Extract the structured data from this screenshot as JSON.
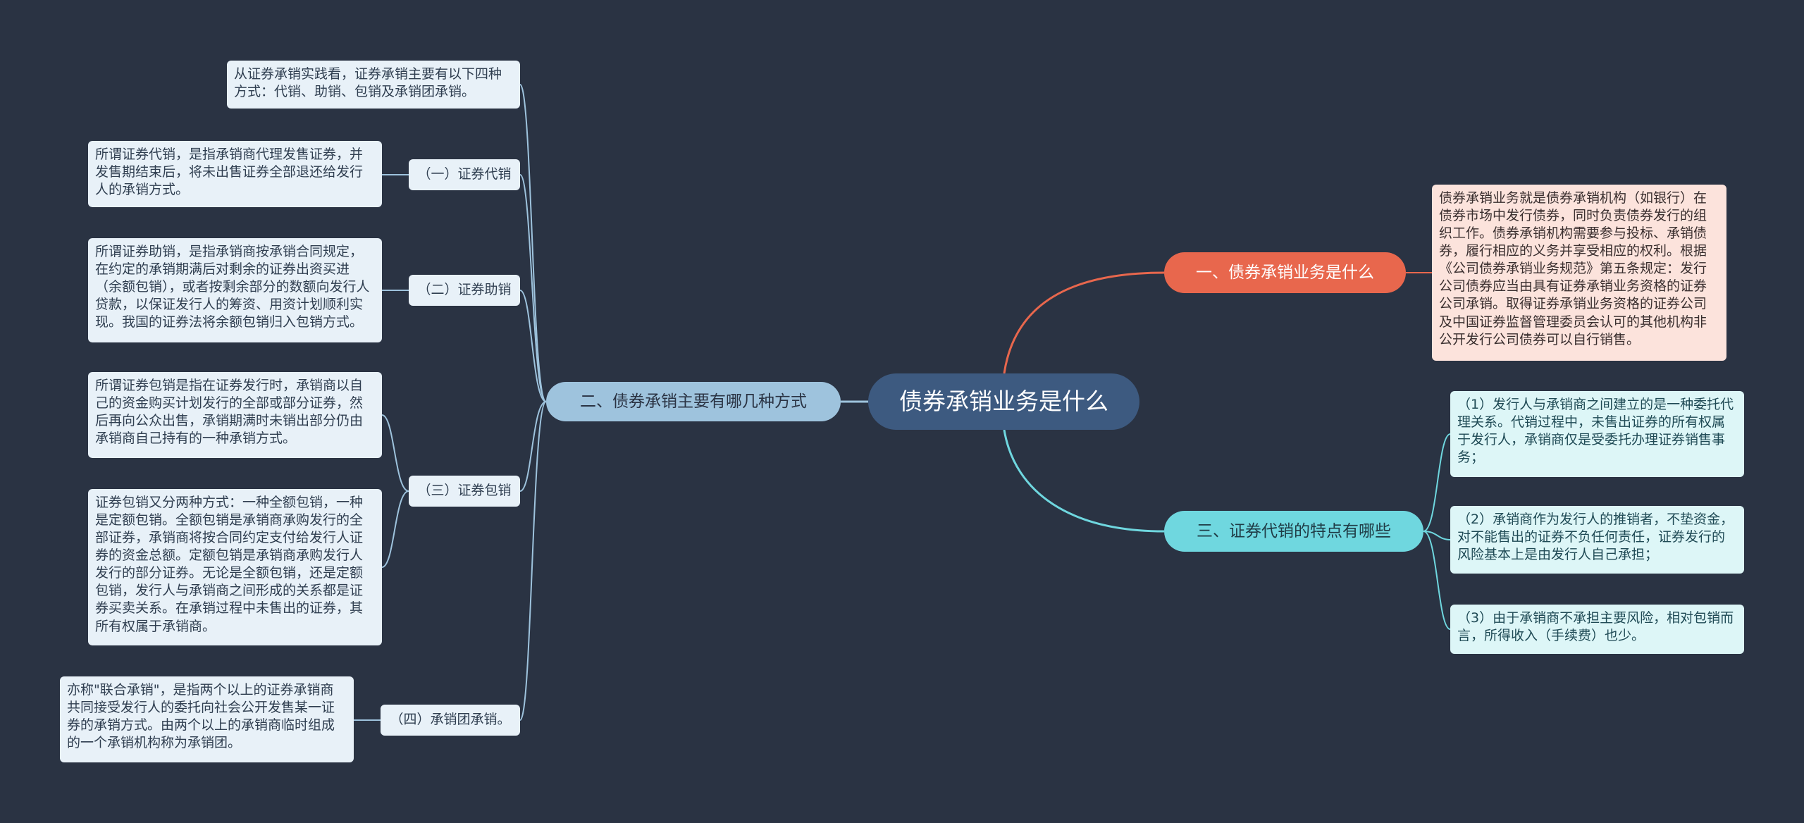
{
  "root": {
    "label": "债券承销业务是什么"
  },
  "branches": {
    "one": {
      "label": "一、债券承销业务是什么",
      "detail": "债券承销业务就是债券承销机构（如银行）在债券市场中发行债券，同时负责债券发行的组织工作。债券承销机构需要参与投标、承销债券，履行相应的义务并享受相应的权利。根据《公司债券承销业务规范》第五条规定：发行公司债券应当由具有证券承销业务资格的证券公司承销。取得证券承销业务资格的证券公司及中国证券监督管理委员会认可的其他机构非公开发行公司债券可以自行销售。"
    },
    "two": {
      "label": "二、债券承销主要有哪几种方式",
      "intro": "从证券承销实践看，证券承销主要有以下四种方式：代销、助销、包销及承销团承销。",
      "items": [
        {
          "label": "（一）证券代销",
          "details": [
            "所谓证券代销，是指承销商代理发售证券，并发售期结束后，将未出售证券全部退还给发行人的承销方式。"
          ]
        },
        {
          "label": "（二）证券助销",
          "details": [
            "所谓证券助销，是指承销商按承销合同规定，在约定的承销期满后对剩余的证券出资买进（余额包销），或者按剩余部分的数额向发行人贷款，以保证发行人的筹资、用资计划顺利实现。我国的证券法将余额包销归入包销方式。"
          ]
        },
        {
          "label": "（三）证券包销",
          "details": [
            "所谓证券包销是指在证券发行时，承销商以自己的资金购买计划发行的全部或部分证券，然后再向公众出售，承销期满时未销出部分仍由承销商自己持有的一种承销方式。",
            "证券包销又分两种方式：一种全额包销，一种是定额包销。全额包销是承销商承购发行的全部证券，承销商将按合同约定支付给发行人证券的资金总额。定额包销是承销商承购发行人发行的部分证券。无论是全额包销，还是定额包销，发行人与承销商之间形成的关系都是证券买卖关系。在承销过程中未售出的证券，其所有权属于承销商。"
          ]
        },
        {
          "label": "（四）承销团承销。",
          "details": [
            "亦称\"联合承销\"，是指两个以上的证券承销商共同接受发行人的委托向社会公开发售某一证券的承销方式。由两个以上的承销商临时组成的一个承销机构称为承销团。"
          ]
        }
      ]
    },
    "three": {
      "label": "三、证券代销的特点有哪些",
      "items": [
        "（1）发行人与承销商之间建立的是一种委托代理关系。代销过程中，未售出证券的所有权属于发行人，承销商仅是受委托办理证券销售事务；",
        "（2）承销商作为发行人的推销者，不垫资金，对不能售出的证券不负任何责任，证券发行的风险基本上是由发行人自己承担；",
        "（3）由于承销商不承担主要风险，相对包销而言，所得收入（手续费）也少。"
      ]
    }
  },
  "colors": {
    "background": "#2a3343",
    "root": "#3d5a80",
    "branch_one": "#e8674d",
    "branch_two": "#9ec3dd",
    "branch_three": "#6fd7df",
    "leaf": "#e8f1f8",
    "leaf_one": "#fce3dc",
    "leaf_three": "#ddf6f7"
  }
}
